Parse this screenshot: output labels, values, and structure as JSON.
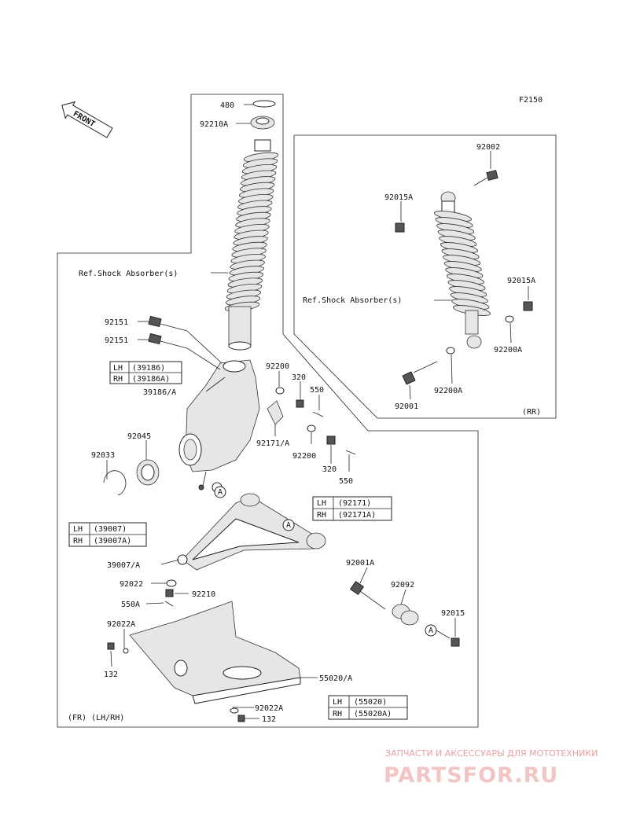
{
  "diagram_code": "F2150",
  "front_label": "FRONT",
  "ref_front": "Ref.Shock Absorber(s)",
  "ref_rear": "Ref.Shock Absorber(s)",
  "rear_tag": "(RR)",
  "front_tag": "(FR) (LH/RH)",
  "parts": {
    "p480": "480",
    "p92210A": "92210A",
    "p92151a": "92151",
    "p92151b": "92151",
    "p39186A": "39186/A",
    "p92200a": "92200",
    "p320a": "320",
    "p550a": "550",
    "p92171A": "92171/A",
    "p92200b": "92200",
    "p320b": "320",
    "p550b": "550",
    "p92045": "92045",
    "p92033": "92033",
    "p39007A": "39007/A",
    "p92022": "92022",
    "p92210": "92210",
    "p550A": "550A",
    "p92022A_a": "92022A",
    "p132a": "132",
    "p55020A": "55020/A",
    "p92022A_b": "92022A",
    "p132b": "132",
    "p92001A": "92001A",
    "p92092": "92092",
    "p92015": "92015",
    "p92002": "92002",
    "p92015A_a": "92015A",
    "p92015A_b": "92015A",
    "p92200A_a": "92200A",
    "p92200A_b": "92200A",
    "p92001": "92001"
  },
  "callout": "A",
  "tables": {
    "t39186": [
      [
        "LH",
        "(39186)"
      ],
      [
        "RH",
        "(39186A)"
      ]
    ],
    "t92171": [
      [
        "LH",
        "(92171)"
      ],
      [
        "RH",
        "(92171A)"
      ]
    ],
    "t39007": [
      [
        "LH",
        "(39007)"
      ],
      [
        "RH",
        "(39007A)"
      ]
    ],
    "t55020": [
      [
        "LH",
        "(55020)"
      ],
      [
        "RH",
        "(55020A)"
      ]
    ]
  },
  "watermark": {
    "line1": "ЗАПЧАСТИ И АКСЕССУАРЫ ДЛЯ МОТОТЕХНИКИ",
    "line2": "PARTSFOR.RU"
  }
}
